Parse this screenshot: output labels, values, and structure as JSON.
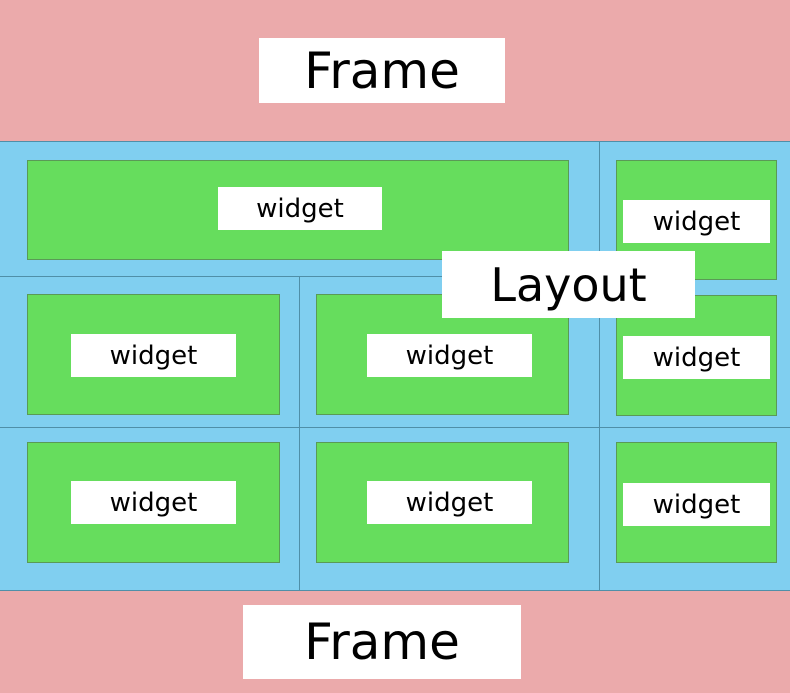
{
  "frame_top": {
    "label": "Frame"
  },
  "frame_bottom": {
    "label": "Frame"
  },
  "layout": {
    "label": "Layout"
  },
  "widgets": {
    "label": "widget"
  },
  "colors": {
    "frame": "#ebaaab",
    "layout": "#80cff0",
    "widget": "#66dd5d",
    "label_bg": "#ffffff"
  }
}
